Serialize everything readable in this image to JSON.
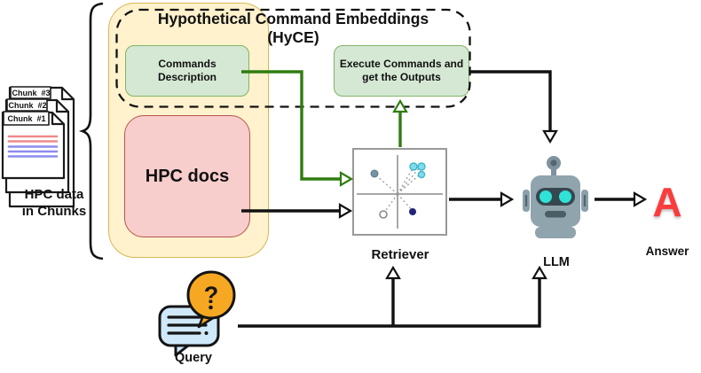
{
  "hyce": {
    "title_line1": "Hypothetical Command Embeddings",
    "title_line2": "(HyCE)",
    "commands_box": {
      "line1": "Commands",
      "line2": "Description"
    },
    "execute_box": {
      "line1": "Execute Commands and",
      "line2": "get the Outputs"
    }
  },
  "hpc_docs": {
    "label": "HPC docs"
  },
  "chunks": {
    "doc_labels": [
      "Chunk  #3",
      "Chunk  #2",
      "Chunk  #1"
    ],
    "caption_line1": "HPC data",
    "caption_line2": "in Chunks"
  },
  "retriever": {
    "label": "Retriever"
  },
  "llm": {
    "label": "LLM"
  },
  "answer": {
    "letter": "A",
    "label": "Answer"
  },
  "query": {
    "label": "Query",
    "question_mark": "?"
  },
  "icons": {
    "chunks": "document-stack-icon",
    "retriever": "scatter-plot-icon",
    "llm": "robot-icon",
    "query": "speech-bubble-question-icon",
    "brace": "curly-brace"
  },
  "colors": {
    "container_fill": "#fff2cc",
    "container_border": "#d6b656",
    "green_fill": "#d5e8d4",
    "green_border": "#82b366",
    "pink_fill": "#f8cecc",
    "pink_border": "#b85450",
    "flow_green": "#2f7d10",
    "flow_black": "#111111",
    "answer_red": "#fa3c3c",
    "robot_gray": "#90a4ae",
    "robot_visor": "#37474f",
    "eye_cyan": "#2fe3d6",
    "bubble_blue": "#cfe9fb",
    "bubble_orange": "#f7a823"
  }
}
